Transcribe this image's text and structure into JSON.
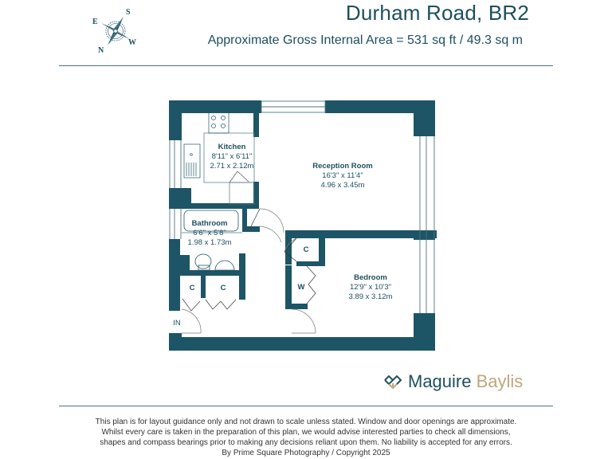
{
  "header": {
    "title": "Durham Road, BR2",
    "subtitle": "Approximate Gross Internal Area = 531 sq ft / 49.3 sq m"
  },
  "compass": {
    "icon": "compass-rose-icon",
    "labels": {
      "n": "N",
      "s": "S",
      "e": "E",
      "w": "W"
    }
  },
  "floorplan": {
    "wall_color": "#1d5566",
    "rooms": [
      {
        "id": "kitchen",
        "name": "Kitchen",
        "dim_imperial": "8'11\" x 6'11\"",
        "dim_metric": "2.71 x 2.12m"
      },
      {
        "id": "reception",
        "name": "Reception Room",
        "dim_imperial": "16'3\" x 11'4\"",
        "dim_metric": "4.96 x 3.45m"
      },
      {
        "id": "bathroom",
        "name": "Bathroom",
        "dim_imperial": "6'6\" x 5'8\"",
        "dim_metric": "1.98 x 1.73m"
      },
      {
        "id": "bedroom",
        "name": "Bedroom",
        "dim_imperial": "12'9\" x 10'3\"",
        "dim_metric": "3.89 x 3.12m"
      }
    ],
    "cupboards": {
      "c1": "C",
      "c2": "C",
      "c3": "C",
      "wardrobe": "W"
    },
    "entrance_label": "IN"
  },
  "brand": {
    "icon": "maguire-baylis-logo-icon",
    "name_first": "Maguire",
    "name_second": "Baylis",
    "primary_color": "#1d4f5e",
    "accent_color": "#c2a57c"
  },
  "disclaimer": {
    "lines": [
      "This plan is for layout guidance only and not drawn to scale unless stated. Window and door openings are approximate.",
      "Whilst every care is taken in the preparation of this plan, we would advise interested parties to check all dimensions,",
      "shapes and compass bearings prior to making any decisions reliant upon them. No liability is accepted for any errors.",
      "By Prime Square Photography / Copyright 2025"
    ]
  }
}
